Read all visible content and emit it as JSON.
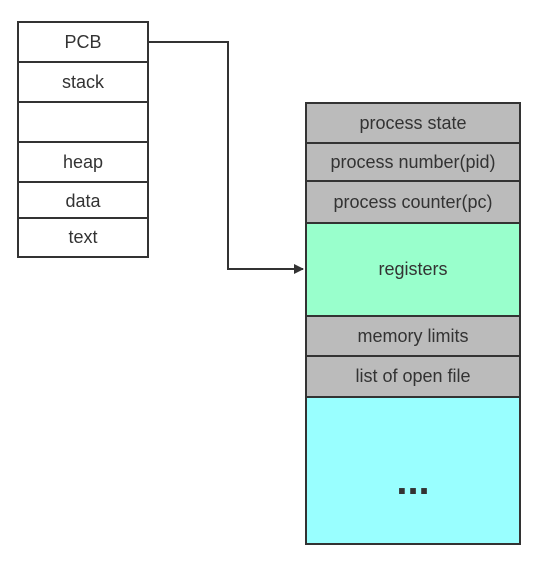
{
  "memory_layout": {
    "cells": [
      "PCB",
      "stack",
      "",
      "heap",
      "data",
      "text"
    ]
  },
  "pcb_fields": {
    "cells": [
      {
        "label": "process state",
        "color": "#bbbbbb"
      },
      {
        "label": "process number(pid)",
        "color": "#bbbbbb"
      },
      {
        "label": "process counter(pc)",
        "color": "#bbbbbb"
      },
      {
        "label": "registers",
        "color": "#99ffcc"
      },
      {
        "label": "memory limits",
        "color": "#bbbbbb"
      },
      {
        "label": "list of open file",
        "color": "#bbbbbb"
      },
      {
        "label": "...",
        "color": "#99ffff"
      }
    ]
  }
}
